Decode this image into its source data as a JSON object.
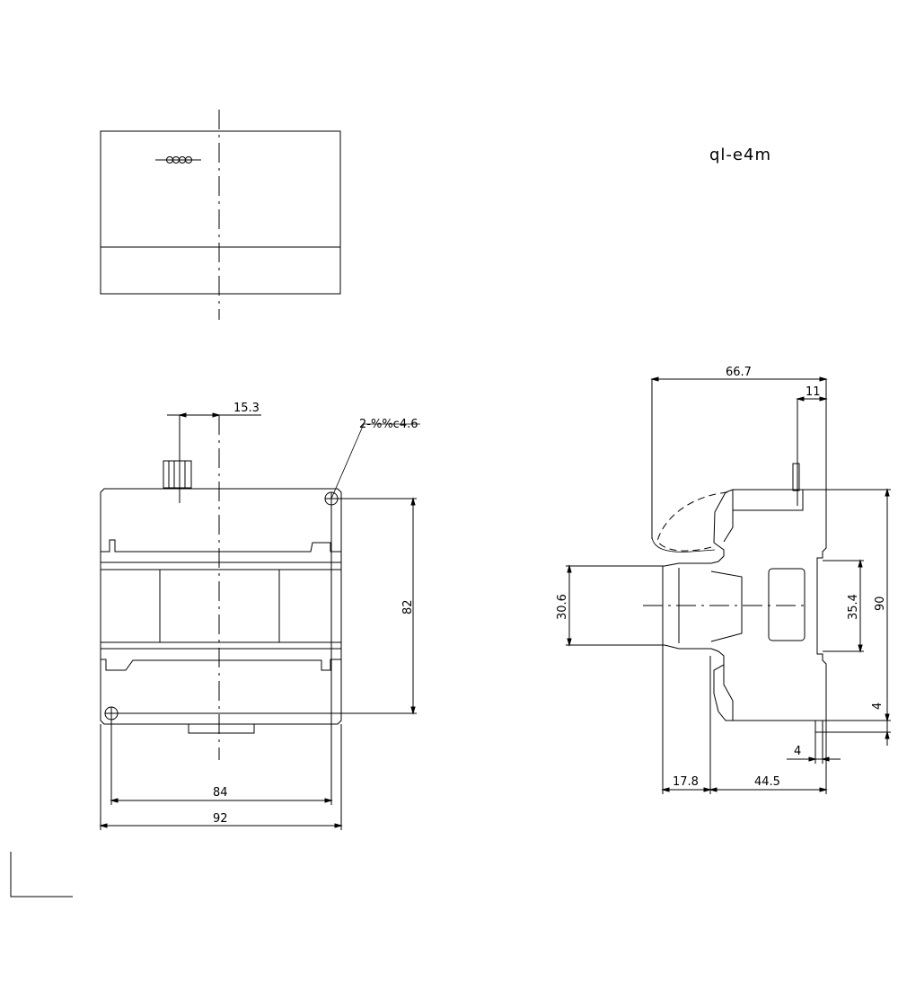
{
  "title": "ql-e4m",
  "colors": {
    "line": "#000000",
    "background": "#ffffff"
  },
  "front_view": {
    "pin_offset": "15.3",
    "hole_note": "2-%%c4.6",
    "hole_spacing_vertical": "82",
    "hole_spacing_horizontal": "84",
    "overall_width": "92"
  },
  "side_view": {
    "overall_depth": "66.7",
    "top_offset": "11",
    "mount_height": "30.6",
    "rail_width": "35.4",
    "overall_height": "90",
    "bottom_offset": "4",
    "rail_step": "4",
    "front_depth": "17.8",
    "rear_depth": "44.5"
  }
}
